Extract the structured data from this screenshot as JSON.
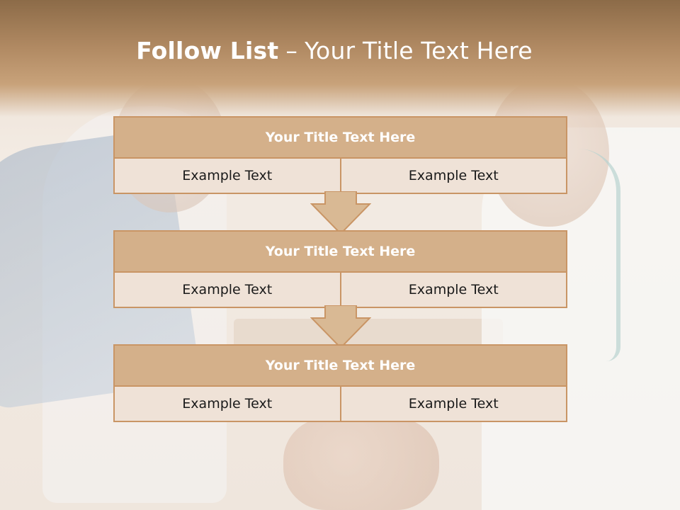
{
  "slide": {
    "title_bold": "Follow List",
    "title_separator": "–",
    "title_rest": "Your Title Text Here"
  },
  "steps": [
    {
      "title": "Your Title Text Here",
      "left": "Example Text",
      "right": "Example Text"
    },
    {
      "title": "Your Title Text Here",
      "left": "Example Text",
      "right": "Example Text"
    },
    {
      "title": "Your Title Text Here",
      "left": "Example Text",
      "right": "Example Text"
    }
  ],
  "colors": {
    "header": "#b08962",
    "box_title": "#d4b08a",
    "box_border": "#c99565",
    "cell_fill": "#efe2d7",
    "arrow_fill": "#d9b994"
  },
  "icons": [
    "down-arrow-icon"
  ]
}
